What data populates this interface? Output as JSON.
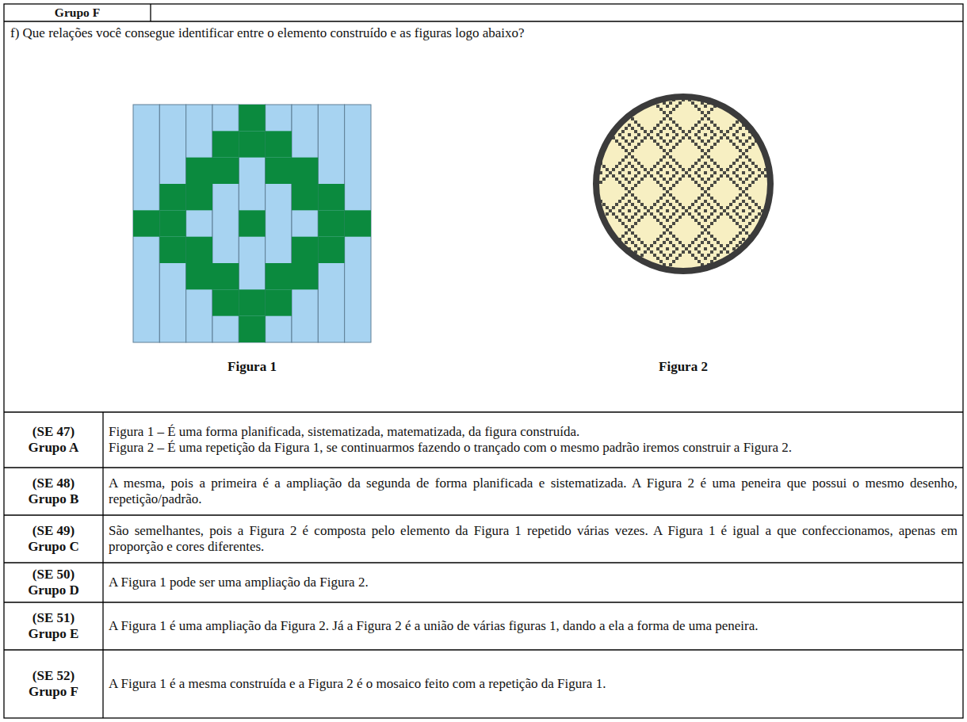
{
  "diagram": {
    "labels": [
      "Grupo F",
      "f) Que relações você consegue identificar entre o elemento construído e as figuras logo abaixo?",
      "Figura 1",
      "Figura 2",
      "(SE 47)",
      "Grupo A",
      "Figura 1 – É uma forma planificada, sistematizada, matematizada, da figura construída.",
      "Figura 2 – É uma repetição da Figura 1, se continuarmos fazendo o trançado com o mesmo padrão iremos construir a Figura 2.",
      "(SE 48)",
      "Grupo B",
      "A mesma, pois a primeira é a ampliação da segunda de forma planificada e sistematizada. A Figura 2 é uma peneira que possui o mesmo desenho, repetição/padrão.",
      "(SE 49)",
      "Grupo C",
      "São semelhantes, pois a Figura 2 é composta pelo elemento da Figura 1 repetido várias vezes. A Figura 1 é igual a que confeccionamos, apenas em proporção e cores diferentes.",
      "(SE 50)",
      "Grupo D",
      "A Figura 1 pode ser uma ampliação da Figura 2.",
      "(SE 51)",
      "Grupo E",
      "A Figura 1 é uma ampliação da Figura 2. Já a Figura 2 é a união de várias figuras 1, dando a ela a forma de uma peneira.",
      "(SE 52)",
      "Grupo F",
      "A Figura 1 é a mesma construída e a Figura 2 é o mosaico feito com a repetição da Figura 1."
    ]
  }
}
